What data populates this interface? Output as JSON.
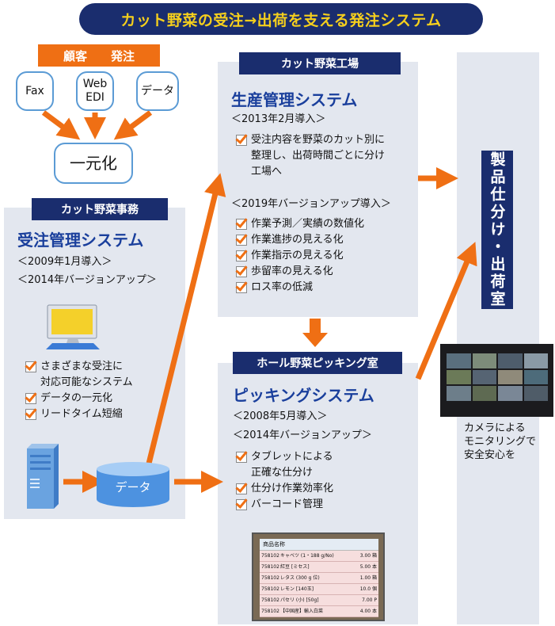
{
  "title": "カット野菜の受注→出荷を支える発注システム",
  "customer_header": "顧客　　発注",
  "channels": [
    "Fax",
    "Web\nEDI",
    "データ"
  ],
  "unify_label": "一元化",
  "office": {
    "label": "カット野菜事務",
    "system_title": "受注管理システム",
    "history": [
      "＜2009年1月導入＞",
      "＜2014年バージョンアップ＞"
    ],
    "features": [
      "さまざまな受注に\n対応可能なシステム",
      "データの一元化",
      "リードタイム短縮"
    ],
    "data_label": "データ"
  },
  "factory": {
    "label": "カット野菜工場",
    "system_title": "生産管理システム",
    "intro": "＜2013年2月導入＞",
    "intro_features": [
      "受注内容を野菜のカット別に\n整理し、出荷時間ごとに分け\n工場へ"
    ],
    "upgrade": "＜2019年バージョンアップ導入＞",
    "upgrade_features": [
      "作業予測／実績の数値化",
      "作業進捗の見える化",
      "作業指示の見える化",
      "歩留率の見える化",
      "ロス率の低減"
    ]
  },
  "picking": {
    "label": "ホール野菜ピッキング室",
    "system_title": "ピッキングシステム",
    "history": [
      "＜2008年5月導入＞",
      "＜2014年バージョンアップ＞"
    ],
    "features": [
      "タブレットによる\n正確な仕分け",
      "仕分け作業効率化",
      "バーコード管理"
    ],
    "tablet": {
      "header_col1": "商品名称",
      "rows": [
        {
          "code": "758102",
          "name": "キャベツ (1・188 g/No)",
          "qty": "3.00 箱"
        },
        {
          "code": "758102",
          "name": "紅豆 [ミセス]",
          "qty": "5.00 本"
        },
        {
          "code": "758102",
          "name": "レタス (300 g 位)",
          "qty": "1.00 箱"
        },
        {
          "code": "758102",
          "name": "レモン [140玉]",
          "qty": "10.0 個"
        },
        {
          "code": "758102",
          "name": "パセリ (小) [50g]",
          "qty": "7.00 P"
        },
        {
          "code": "758102",
          "name": "【中国産】輸入白菜",
          "qty": "4.00 本"
        }
      ]
    }
  },
  "shipping_room": "製品仕分け・出荷室",
  "camera_caption": "カメラによる\nモニタリングで\n安全安心を",
  "colors": {
    "navy": "#1a2d6e",
    "orange": "#ef6f14",
    "blue_text": "#1a3f9c",
    "panel": "#e3e7ef",
    "yellow": "#f5cf1d"
  }
}
